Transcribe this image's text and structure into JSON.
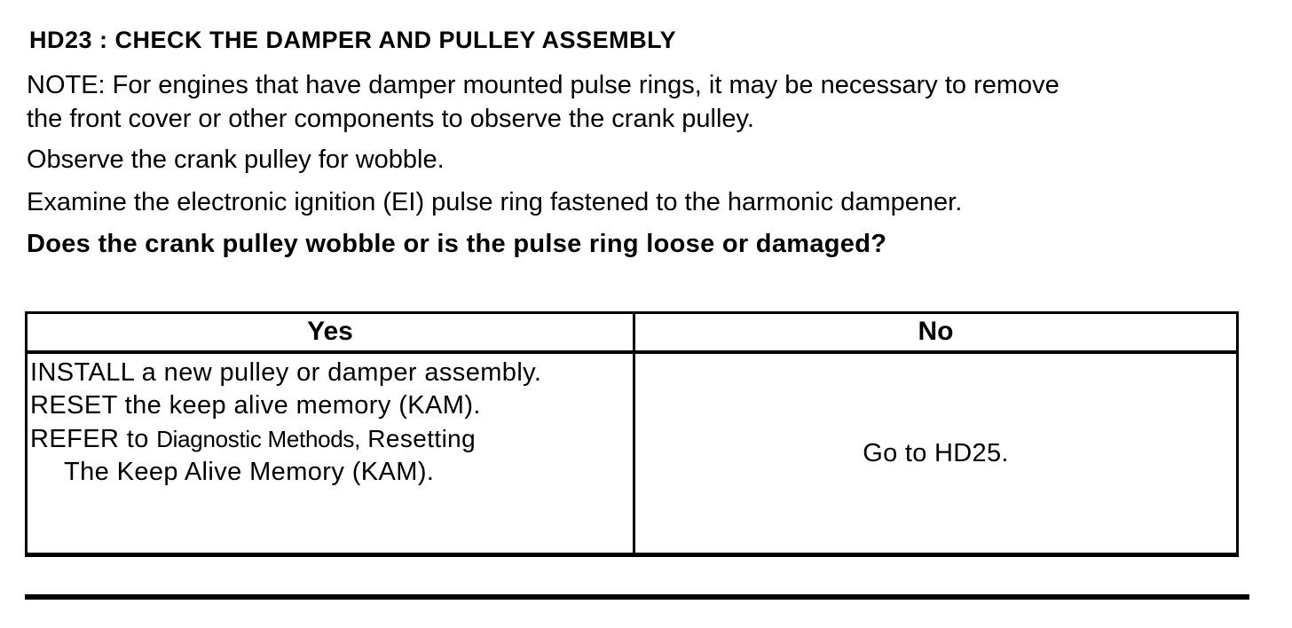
{
  "procedure": {
    "heading": "HD23 : CHECK THE DAMPER AND PULLEY ASSEMBLY",
    "note_lines": [
      "NOTE: For engines that have damper mounted pulse rings, it may be necessary to remove",
      "the front cover or other components to observe the crank pulley."
    ],
    "steps": [
      "Observe the crank pulley for wobble.",
      "Examine the electronic ignition (EI) pulse ring fastened to the harmonic dampener."
    ],
    "question": "Does the crank pulley wobble or is the pulse ring loose or damaged?"
  },
  "decision_table": {
    "headers": [
      "Yes",
      "No"
    ],
    "yes_cell": {
      "lines": [
        "INSTALL a new pulley or damper assembly.",
        "RESET the keep alive memory (KAM)."
      ],
      "refer": {
        "prefix": "REFER to ",
        "reference": "Diagnostic Methods,",
        "suffix": " Resetting",
        "continuation": "The Keep Alive Memory (KAM)."
      }
    },
    "no_cell": "Go to HD25."
  },
  "colors": {
    "ink": "#000000",
    "paper": "#ffffff"
  }
}
